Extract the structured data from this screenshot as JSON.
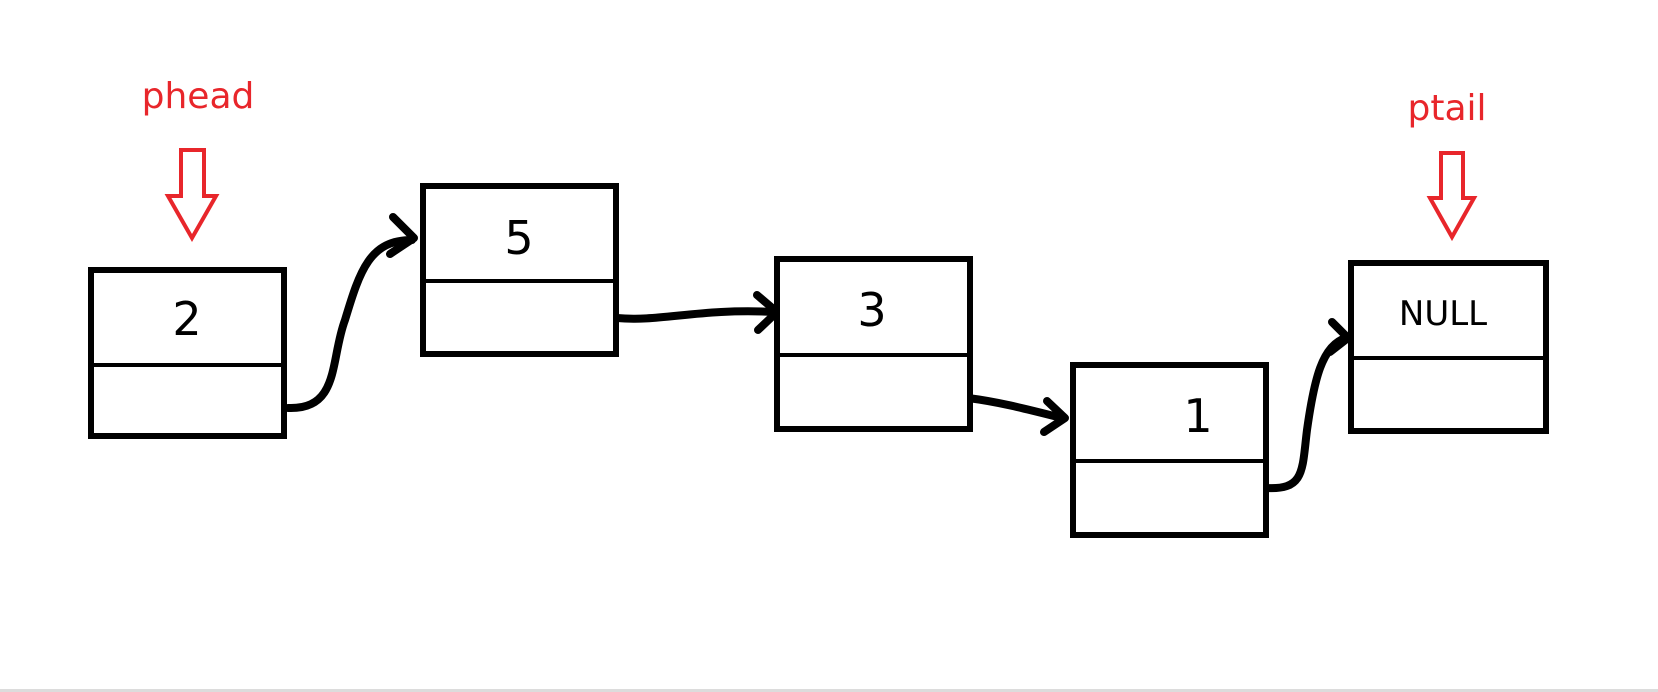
{
  "colors": {
    "ink": "#000000",
    "pointer": "#e8262b",
    "background": "#ffffff"
  },
  "nodes": [
    {
      "value": "2"
    },
    {
      "value": "5"
    },
    {
      "value": "3"
    },
    {
      "value": "1"
    },
    {
      "value": "NULL"
    }
  ],
  "pointers": {
    "head": {
      "label": "phead",
      "target_node": 0
    },
    "tail": {
      "label": "ptail",
      "target_node": 4
    }
  }
}
